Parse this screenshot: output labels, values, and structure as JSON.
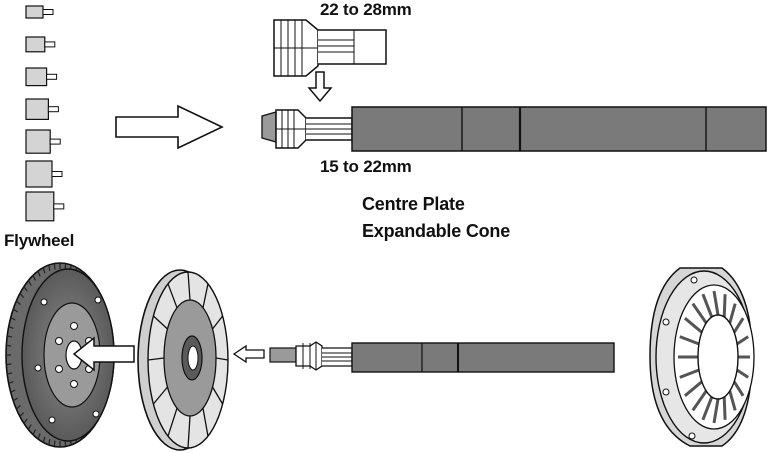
{
  "labels": {
    "upper_size": "22 to 28mm",
    "lower_size": "15 to 22mm",
    "centre_plate": "Centre Plate",
    "expandable_cone": "Expandable Cone",
    "flywheel": "Flywheel"
  },
  "colors": {
    "outline": "#111111",
    "shaft_fill": "#7a7a7a",
    "light_gray": "#d4d4d4",
    "mid_gray": "#9a9a9a",
    "background": "#ffffff"
  },
  "icons": {
    "adapter_set": "stepped-adapter-icon",
    "big_arrow": "right-arrow-icon",
    "down_arrow": "down-arrow-icon",
    "small_arrow": "left-arrow-icon"
  },
  "adapter_count": 7
}
